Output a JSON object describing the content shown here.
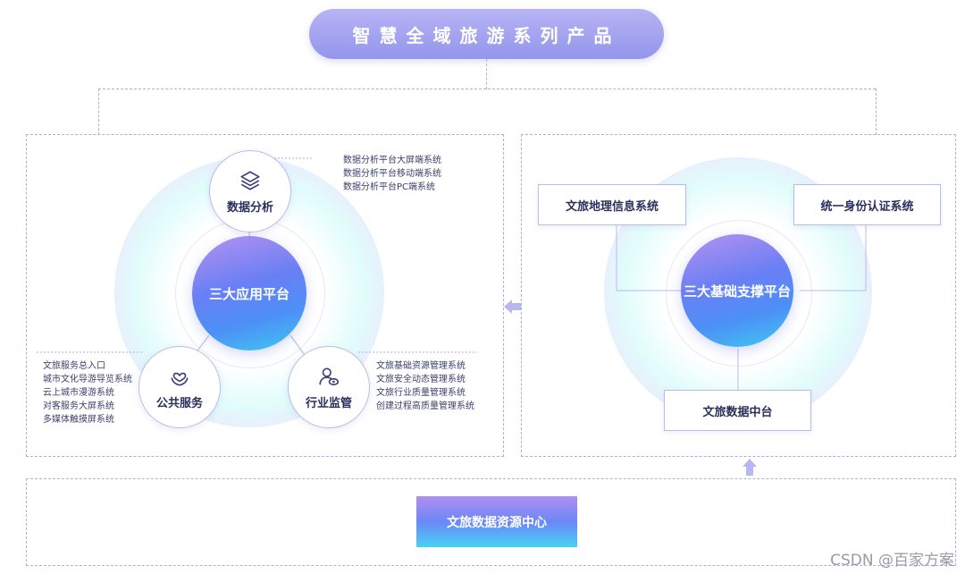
{
  "title": "智慧全域旅游系列产品",
  "left_panel": {
    "core_label": "三大应用平台",
    "nodes": {
      "data_analysis": {
        "label": "数据分析",
        "icon": "layers-icon"
      },
      "public_service": {
        "label": "公共服务",
        "icon": "heart-hands-icon"
      },
      "industry_supervision": {
        "label": "行业监管",
        "icon": "user-eye-icon"
      }
    },
    "data_analysis_items": [
      "数据分析平台大屏端系统",
      "数据分析平台移动端系统",
      "数据分析平台PC端系统"
    ],
    "public_service_items": [
      "文旅服务总入口",
      "城市文化导游导览系统",
      "云上城市漫游系统",
      "对客服务大屏系统",
      "多媒体触摸屏系统"
    ],
    "industry_items": [
      "文旅基础资源管理系统",
      "文旅安全动态管理系统",
      "文旅行业质量管理系统",
      "创建过程高质量管理系统"
    ]
  },
  "right_panel": {
    "core_label": "三大基础支撑平台",
    "boxes": {
      "gis": "文旅地理信息系统",
      "identity": "统一身份认证系统",
      "data_center": "文旅数据中台"
    }
  },
  "bottom": {
    "label": "文旅数据资源中心"
  },
  "watermark": "CSDN @百家方案",
  "colors": {
    "accent_purple": "#9495ec",
    "accent_blue": "#4d8ff6",
    "accent_cyan": "#3ec9f2",
    "dashed_line": "#a9aee6"
  }
}
